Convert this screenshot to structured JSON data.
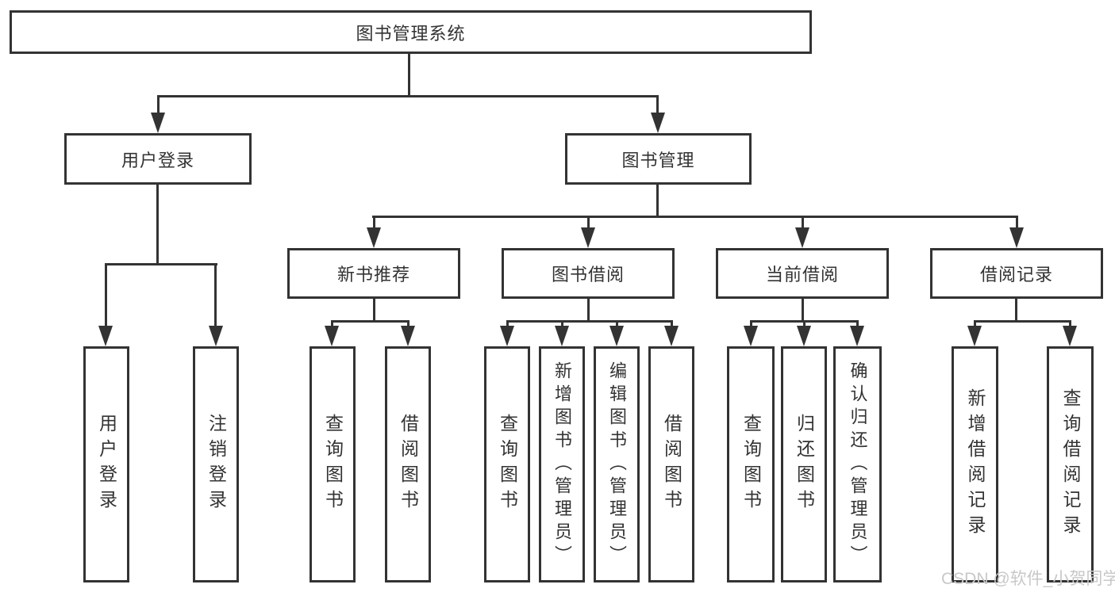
{
  "title": "图书管理系统",
  "colors": {
    "line": "#333333",
    "text": "#333333",
    "background": "#ffffff",
    "watermark_text_color": "#c8c8c8"
  },
  "watermark": {
    "text": "CSDN @软件_小贺同学"
  },
  "tree": {
    "label": "图书管理系统",
    "children": [
      {
        "label": "用户登录",
        "children": [
          {
            "label": "用户登录"
          },
          {
            "label": "注销登录"
          }
        ]
      },
      {
        "label": "图书管理",
        "children": [
          {
            "label": "新书推荐",
            "children": [
              {
                "label": "查询图书"
              },
              {
                "label": "借阅图书"
              }
            ]
          },
          {
            "label": "图书借阅",
            "children": [
              {
                "label": "查询图书"
              },
              {
                "label": "新增图书（管理员）"
              },
              {
                "label": "编辑图书（管理员）"
              },
              {
                "label": "借阅图书"
              }
            ]
          },
          {
            "label": "当前借阅",
            "children": [
              {
                "label": "查询图书"
              },
              {
                "label": "归还图书"
              },
              {
                "label": "确认归还（管理员）"
              }
            ]
          },
          {
            "label": "借阅记录",
            "children": [
              {
                "label": "新增借阅记录"
              },
              {
                "label": "查询借阅记录"
              }
            ]
          }
        ]
      }
    ]
  }
}
